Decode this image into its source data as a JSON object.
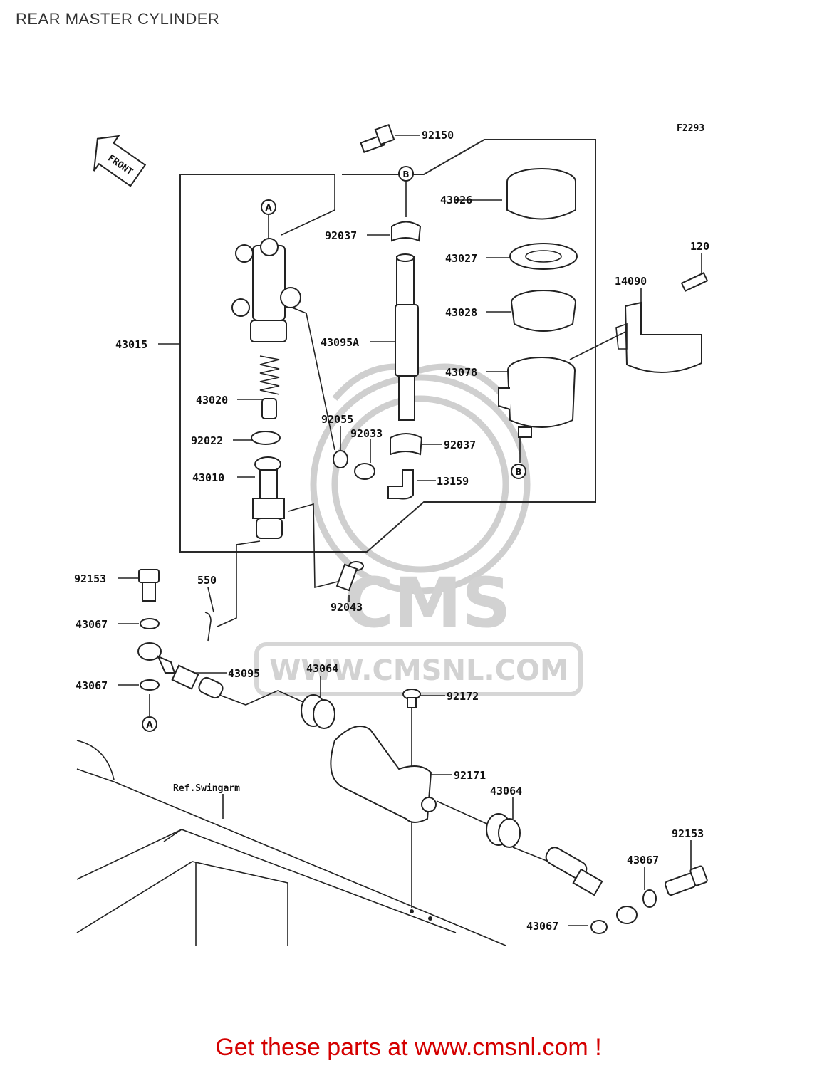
{
  "title": "REAR MASTER CYLINDER",
  "figure_code": "F2293",
  "front_label": "FRONT",
  "watermark": {
    "logo": "CMS",
    "url": "WWW.CMSNL.COM"
  },
  "callouts": {
    "A": "A",
    "B": "B"
  },
  "parts": {
    "p92150": "92150",
    "p43026": "43026",
    "p92037a": "92037",
    "p43027": "43027",
    "p43028": "43028",
    "p43095A": "43095A",
    "p43078": "43078",
    "p43015": "43015",
    "p43020": "43020",
    "p92055": "92055",
    "p92033": "92033",
    "p92037b": "92037",
    "p92022": "92022",
    "p43010": "43010",
    "p13159": "13159",
    "p120": "120",
    "p14090": "14090",
    "p92153a": "92153",
    "p550": "550",
    "p92043": "92043",
    "p43067a": "43067",
    "p43095": "43095",
    "p43064a": "43064",
    "p43067b": "43067",
    "p92172": "92172",
    "p92171": "92171",
    "p43064b": "43064",
    "p92153b": "92153",
    "p43067c": "43067",
    "p43067d": "43067"
  },
  "ref_swingarm": "Ref.Swingarm",
  "footer": "Get these parts at www.cmsnl.com !"
}
